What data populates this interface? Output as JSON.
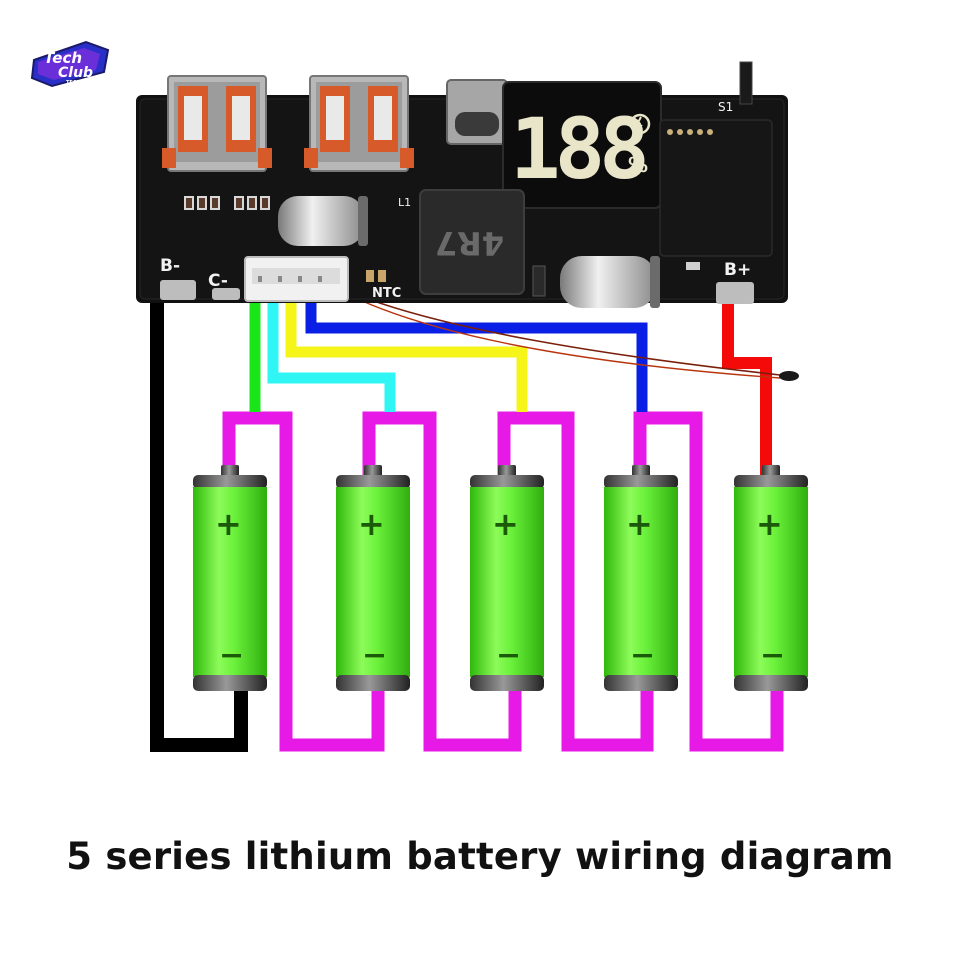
{
  "logo": {
    "line1": "Tech",
    "line2": "Club",
    "sub": "TECH CLUB"
  },
  "board": {
    "labels": {
      "b_minus": "B-",
      "c_minus": "C-",
      "b_plus": "B+",
      "ntc": "NTC",
      "switch": "S1",
      "inductor": "4R7",
      "l1": "L1"
    },
    "display": {
      "digits": "188",
      "unit": "%"
    }
  },
  "caption": "5 series lithium battery wiring diagram",
  "colors": {
    "black_wire": "#000000",
    "green_wire": "#19e619",
    "cyan_wire": "#2ff5f5",
    "yellow_wire": "#f5f51a",
    "blue_wire": "#0a1fe6",
    "red_wire": "#f50a0a",
    "magenta_link": "#e619e6",
    "pcb": "#111111",
    "battery": "#5ef02a"
  },
  "batteries": [
    {
      "plus": "+",
      "minus": "−"
    },
    {
      "plus": "+",
      "minus": "−"
    },
    {
      "plus": "+",
      "minus": "−"
    },
    {
      "plus": "+",
      "minus": "−"
    },
    {
      "plus": "+",
      "minus": "−"
    }
  ]
}
